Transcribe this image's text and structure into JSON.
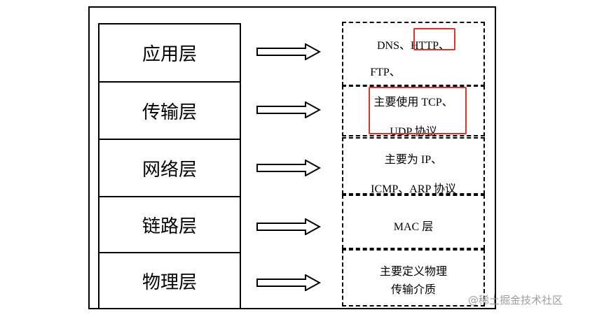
{
  "layers": [
    {
      "name": "应用层",
      "lines": [
        "DNS、HTTP、",
        "FTP、"
      ]
    },
    {
      "name": "传输层",
      "lines": [
        "主要使用 TCP、",
        "UDP 协议"
      ]
    },
    {
      "name": "网络层",
      "lines": [
        "主要为 IP、",
        "ICMP、ARP 协议"
      ]
    },
    {
      "name": "链路层",
      "lines": [
        "MAC 层"
      ]
    },
    {
      "name": "物理层",
      "lines": [
        "主要定义物理",
        "传输介质"
      ]
    }
  ],
  "highlight_color": "#e0322b",
  "watermark": "@稀土掘金技术社区"
}
